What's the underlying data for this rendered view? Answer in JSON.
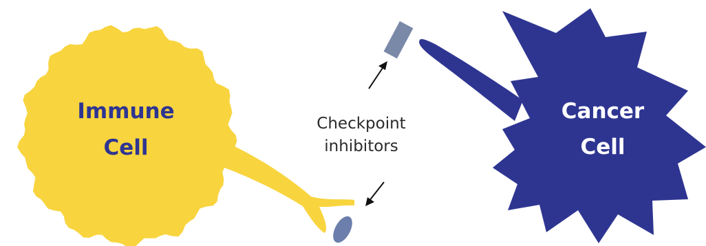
{
  "colors": {
    "immune_cell": "#f8d43e",
    "cancer_cell": "#2e3591",
    "inhibitor_rect": "#7b89a9",
    "inhibitor_oval": "#6c7eab",
    "caption_text": "#2a2a2a",
    "arrow": "#111111",
    "background": "#ffffff"
  },
  "immune_cell": {
    "label_line1": "Immune",
    "label_line2": "Cell"
  },
  "cancer_cell": {
    "label_line1": "Cancer",
    "label_line2": "Cell"
  },
  "caption": {
    "line1": "Checkpoint",
    "line2": "inhibitors"
  }
}
